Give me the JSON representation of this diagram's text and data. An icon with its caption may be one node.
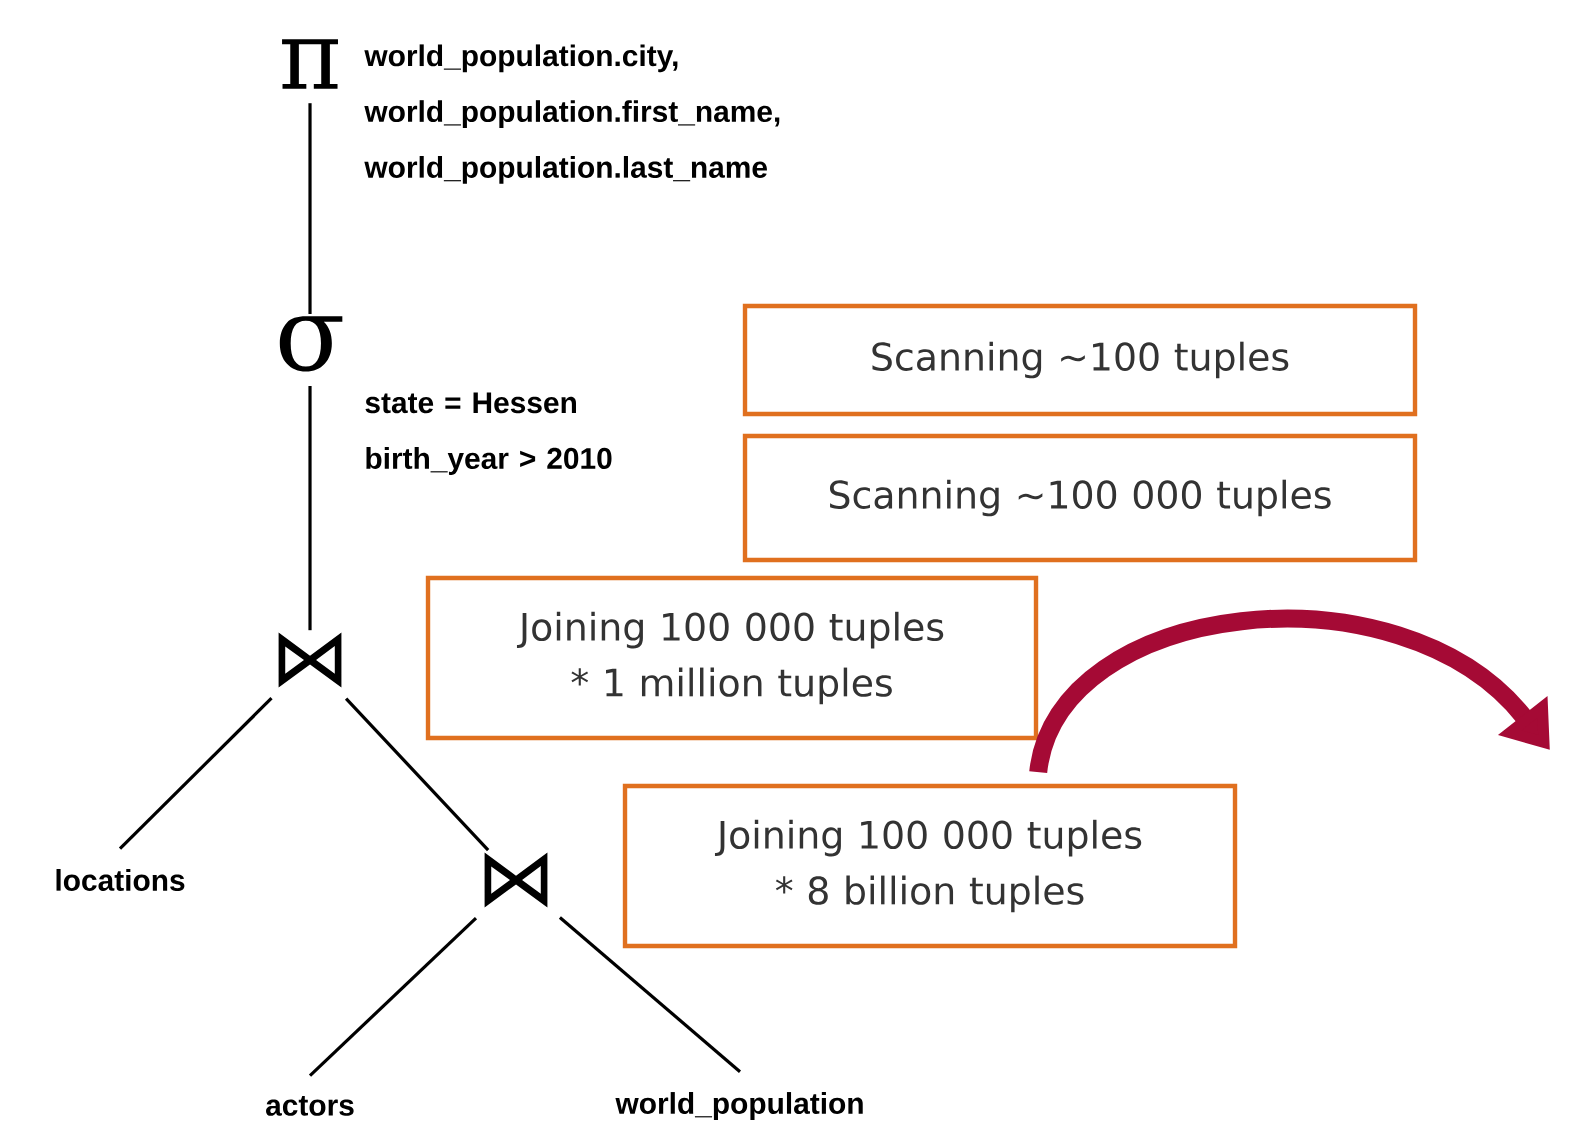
{
  "diagram": {
    "nodes": [
      {
        "text": [
          "π"
        ],
        "beside": [
          "world_population.city, world_population.first_name, world_population.last_name"
        ]
      },
      {
        "text": [
          "σ"
        ],
        "beside": [
          "state = Hessen birth_year > 2010"
        ]
      },
      {
        "text": [
          "⋈"
        ]
      },
      {
        "text": [
          "locations"
        ]
      },
      {
        "text": [
          "⋈"
        ]
      },
      {
        "text": [
          "actors"
        ]
      },
      {
        "text": [
          "world_population"
        ]
      },
      {
        "text": [
          "Scanning ~100 tuples"
        ]
      },
      {
        "text": [
          "Scanning ~100 000 tuples"
        ]
      },
      {
        "text": [
          "Joining 100 000 tuples * 1 million tuples"
        ]
      },
      {
        "text": [
          "Joining 100 000 tuples * 8 billion tuples"
        ]
      }
    ],
    "edges": [
      {
        "from": 0,
        "to": 1,
        "arrow": "none"
      },
      {
        "from": 1,
        "to": 2,
        "arrow": "none"
      },
      {
        "from": 2,
        "to": 3,
        "arrow": "none"
      },
      {
        "from": 2,
        "to": 4,
        "arrow": "none"
      },
      {
        "from": 4,
        "to": 5,
        "arrow": "none"
      },
      {
        "from": 4,
        "to": 6,
        "arrow": "none"
      },
      {
        "from": 9,
        "to": null,
        "arrow": "to",
        "style": "thick",
        "color": "#a50a35"
      }
    ]
  }
}
